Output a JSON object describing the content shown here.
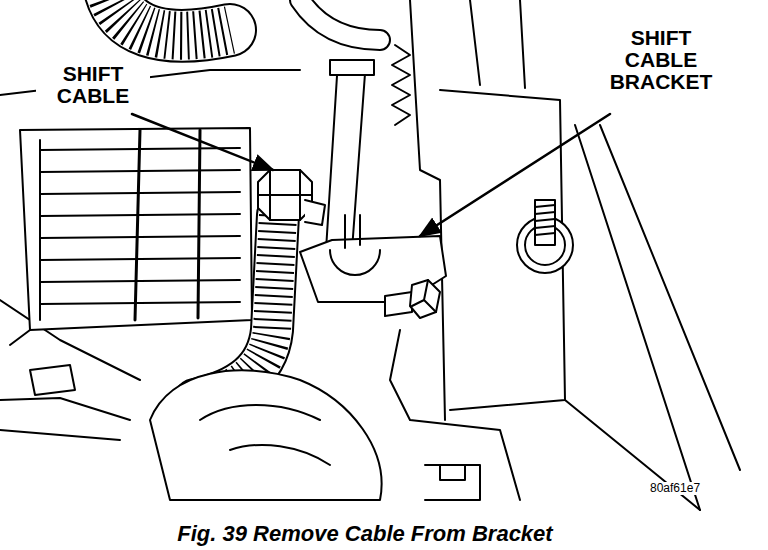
{
  "diagram": {
    "caption": "Fig. 39 Remove Cable From Bracket",
    "labels": [
      "SHIFT CABLE",
      "SHIFT CABLE BRACKET",
      "80af61e7"
    ]
  }
}
